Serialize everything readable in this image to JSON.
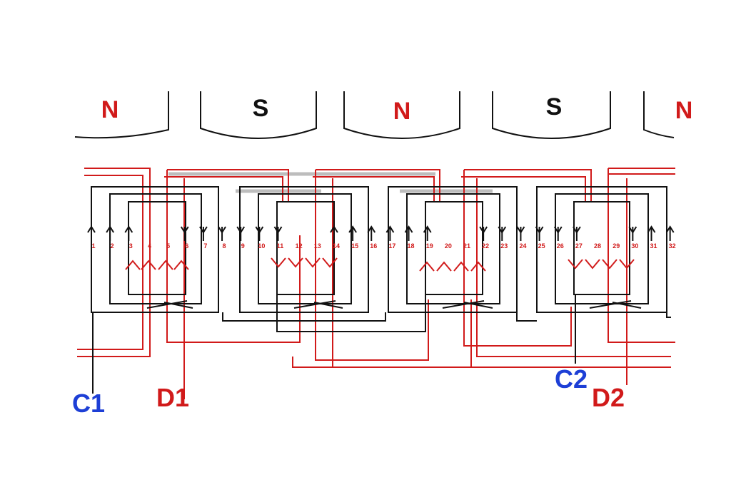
{
  "colors": {
    "red": "#d11a1a",
    "black": "#111111",
    "blue": "#1d3fd6",
    "grey": "#b8b8b8"
  },
  "poles": [
    {
      "label": "N",
      "color": "red"
    },
    {
      "label": "S",
      "color": "black"
    },
    {
      "label": "N",
      "color": "red"
    },
    {
      "label": "S",
      "color": "black"
    },
    {
      "label": "N",
      "color": "red"
    }
  ],
  "slots": [
    "1",
    "2",
    "3",
    "4",
    "5",
    "6",
    "7",
    "8",
    "9",
    "10",
    "11",
    "12",
    "13",
    "14",
    "15",
    "16",
    "17",
    "18",
    "19",
    "20",
    "21",
    "22",
    "23",
    "24",
    "25",
    "26",
    "27",
    "28",
    "29",
    "30",
    "31",
    "32"
  ],
  "slot_arrows": [
    "up",
    "up",
    "up",
    "none",
    "none",
    "down",
    "down",
    "down",
    "down",
    "down",
    "down",
    "none",
    "none",
    "up",
    "up",
    "up",
    "up",
    "up",
    "up",
    "none",
    "none",
    "down",
    "down",
    "down",
    "down",
    "down",
    "down",
    "none",
    "none",
    "down",
    "up",
    "up"
  ],
  "terminals": {
    "c1": "C1",
    "d1": "D1",
    "c2": "C2",
    "d2": "D2"
  }
}
